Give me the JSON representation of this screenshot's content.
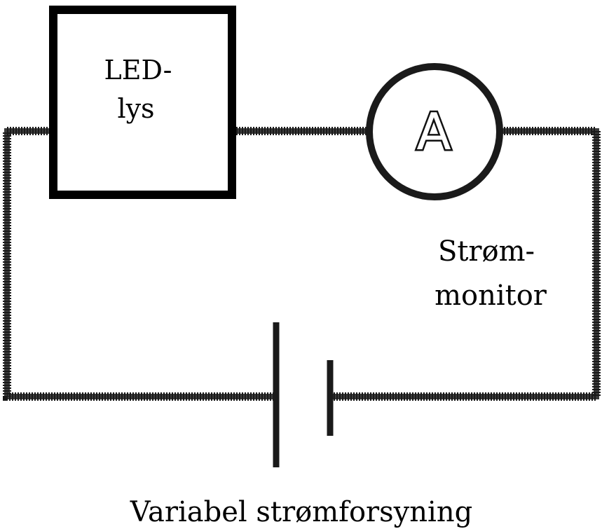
{
  "led": {
    "line1": "LED-",
    "line2": "lys"
  },
  "ammeter": {
    "symbol": "A"
  },
  "monitor_label": {
    "line1": "Strøm-",
    "line2": "monitor"
  },
  "power_supply_label": "Variabel strømforsyning",
  "colors": {
    "line": "#1a1a1a",
    "background": "#ffffff"
  }
}
